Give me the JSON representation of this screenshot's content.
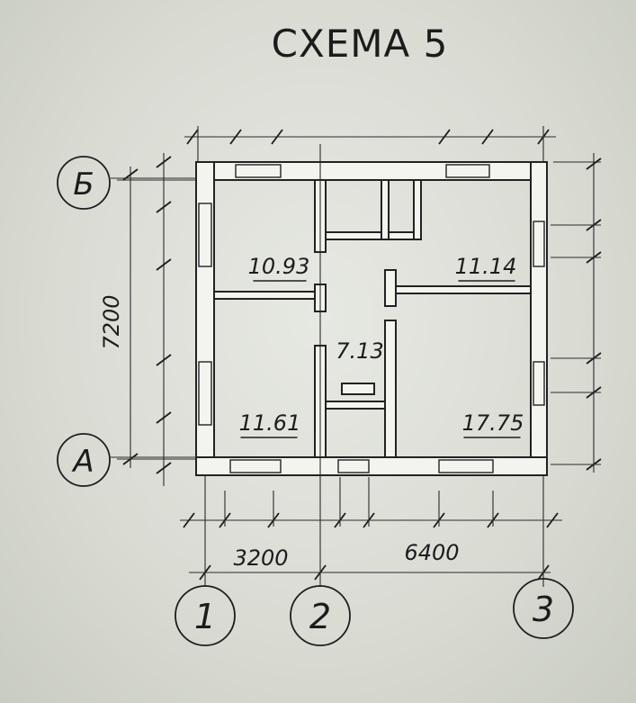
{
  "title": "СХЕМА 5",
  "axes": {
    "rows": [
      {
        "label": "Б"
      },
      {
        "label": "А"
      }
    ],
    "columns": [
      {
        "label": "1"
      },
      {
        "label": "2"
      },
      {
        "label": "3"
      }
    ]
  },
  "dimensions": {
    "height_total": "7200",
    "span_1_2": "3200",
    "span_2_3": "6400"
  },
  "rooms": [
    {
      "area": "10.93"
    },
    {
      "area": "11.14"
    },
    {
      "area": "7.13"
    },
    {
      "area": "11.61"
    },
    {
      "area": "17.75"
    }
  ]
}
